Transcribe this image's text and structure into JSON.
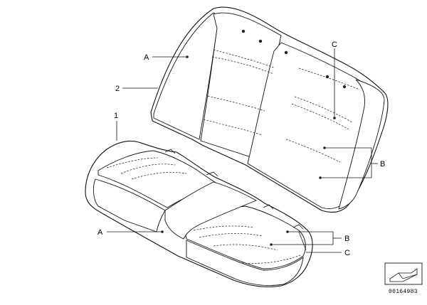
{
  "diagram": {
    "part_labels": {
      "p1": "1",
      "p2": "2",
      "a_back": "A",
      "a_cushion": "A",
      "b_back": "B",
      "b_cushion": "B",
      "c_back": "C",
      "c_cushion": "C"
    },
    "catalog_number": "00164983",
    "icons": [
      "seat-fold-icon"
    ]
  }
}
